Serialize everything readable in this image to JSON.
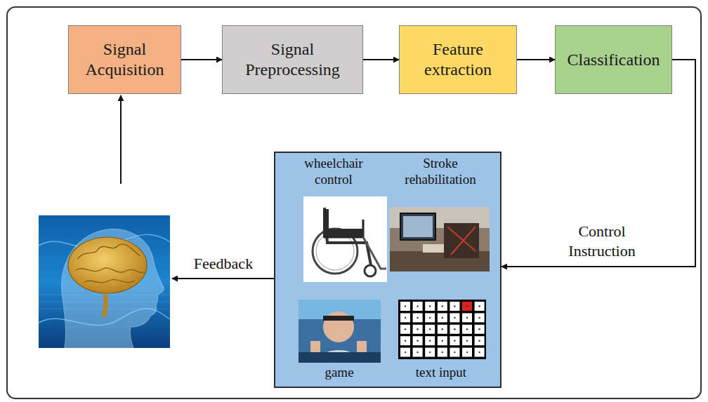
{
  "diagram": {
    "nodes": [
      {
        "text": [
          "Signal Acquisition"
        ]
      },
      {
        "text": [
          "Signal Preprocessing"
        ]
      },
      {
        "text": [
          "Feature extraction"
        ]
      },
      {
        "text": [
          "Classification"
        ]
      },
      {
        "text": [
          "wheelchair control",
          "Stroke rehabilitation",
          "game",
          "text input"
        ]
      }
    ],
    "edges": [
      {
        "from": 0,
        "to": 1,
        "arrow": "to"
      },
      {
        "from": 1,
        "to": 2,
        "arrow": "to"
      },
      {
        "from": 2,
        "to": 3,
        "arrow": "to"
      },
      {
        "from": 3,
        "to": 4,
        "label": "Control Instruction",
        "arrow": "to"
      }
    ],
    "labels": [
      "Feedback"
    ]
  }
}
